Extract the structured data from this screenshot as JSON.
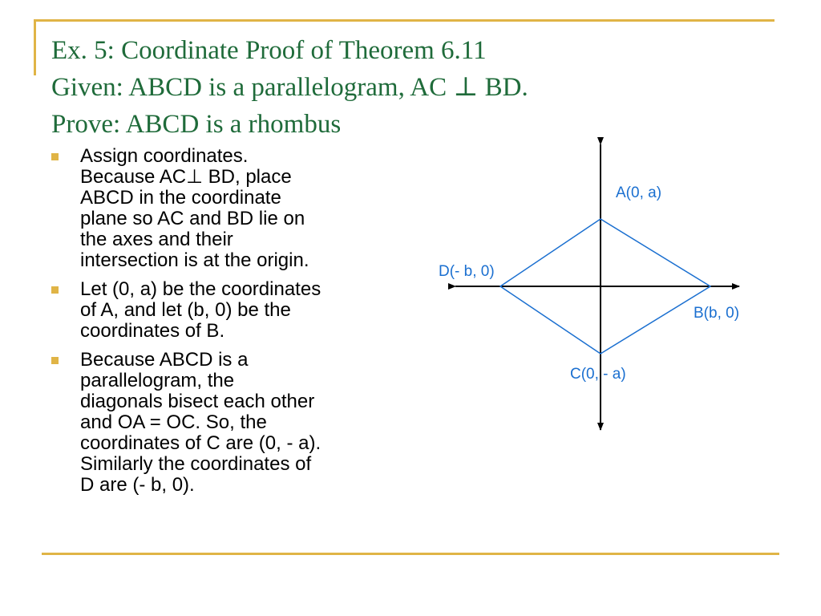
{
  "colors": {
    "title": "#1f6b3a",
    "accent_rule": "#e0b446",
    "diagram_blue": "#1a6fd0",
    "axis": "#000000"
  },
  "title": {
    "line1": "Ex. 5:  Coordinate Proof of Theorem 6.11",
    "line2": "Given:  ABCD is a parallelogram, AC ⊥ BD.",
    "line3": "Prove:  ABCD is a rhombus"
  },
  "bullets": [
    {
      "text": "Assign coordinates.\nBecause AC⊥ BD, place\nABCD in the coordinate\nplane so AC and BD lie on\nthe axes and their\nintersection is at the origin."
    },
    {
      "text": "Let (0, a) be the coordinates\nof A, and let (b, 0) be the\ncoordinates of B."
    },
    {
      "text": "Because ABCD is a\nparallelogram, the\ndiagonals bisect each other\nand OA = OC.  So, the\ncoordinates of C are (0, - a).\nSimilarly the coordinates of\nD are (- b, 0)."
    }
  ],
  "diagram": {
    "points": {
      "A": {
        "label": "A(0, a)"
      },
      "B": {
        "label": "B(b, 0)"
      },
      "C": {
        "label": "C(0, - a)"
      },
      "D": {
        "label": "D(- b, 0)"
      }
    }
  }
}
